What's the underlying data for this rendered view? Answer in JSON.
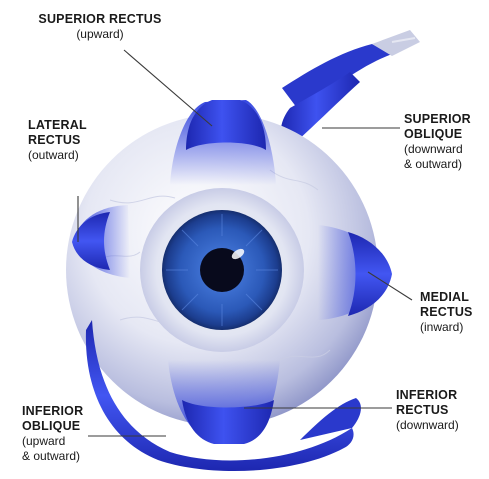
{
  "colors": {
    "muscle": "#2f3fd6",
    "muscle_dark": "#1a24a8",
    "sclera": "#e9ebf6",
    "iris": "#2b55b5",
    "pupil": "#080a1c",
    "leader_line": "#3a3a3a"
  },
  "labels": {
    "superior_rectus": {
      "name": "SUPERIOR RECTUS",
      "action": "(upward)"
    },
    "lateral_rectus": {
      "name_line1": "LATERAL",
      "name_line2": "RECTUS",
      "action": "(outward)"
    },
    "superior_oblique": {
      "name_line1": "SUPERIOR",
      "name_line2": "OBLIQUE",
      "action_line1": "(downward",
      "action_line2": "& outward)"
    },
    "medial_rectus": {
      "name_line1": "MEDIAL",
      "name_line2": "RECTUS",
      "action": "(inward)"
    },
    "inferior_rectus": {
      "name_line1": "INFERIOR",
      "name_line2": "RECTUS",
      "action": "(downward)"
    },
    "inferior_oblique": {
      "name_line1": "INFERIOR",
      "name_line2": "OBLIQUE",
      "action_line1": "(upward",
      "action_line2": "& outward)"
    }
  }
}
